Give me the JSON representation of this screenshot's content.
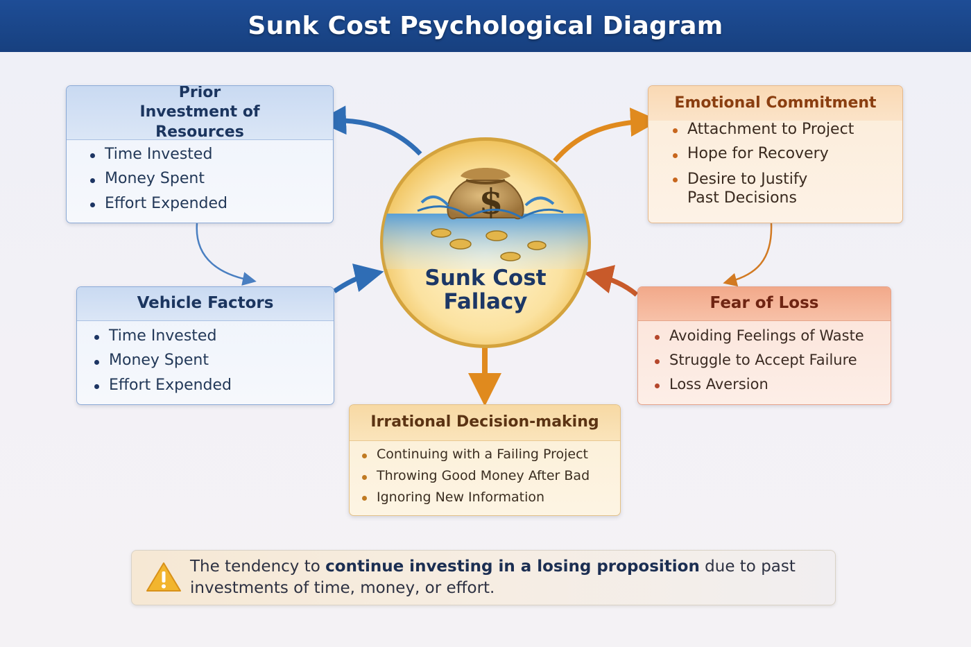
{
  "header": {
    "title": "Sunk Cost Psychological Diagram"
  },
  "center": {
    "line1": "Sunk Cost",
    "line2": "Fallacy"
  },
  "boxes": {
    "prior": {
      "title": "Prior Investment of Resources",
      "items": [
        "Time Invested",
        "Money Spent",
        "Effort Expended"
      ]
    },
    "vehicle": {
      "title": "Vehicle Factors",
      "items": [
        "Time Invested",
        "Money Spent",
        "Effort Expended"
      ]
    },
    "emotional": {
      "title": "Emotional Commitment",
      "items": [
        "Attachment to Project",
        "Hope for Recovery",
        "Desire to Justify Past Decisions"
      ]
    },
    "fear": {
      "title": "Fear of Loss",
      "items": [
        "Avoiding Feelings of Waste",
        "Struggle to Accept Failure",
        "Loss Aversion"
      ]
    },
    "irrational": {
      "title": "Irrational Decision-making",
      "items": [
        "Continuing with a Failing Project",
        "Throwing Good Money After Bad",
        "Ignoring New Information"
      ]
    }
  },
  "note": {
    "pre": "The tendency to ",
    "bold": "continue investing in a losing proposition",
    "post": " due to past investments of time, money, or effort."
  },
  "icons": {
    "center": "money-bag-sinking-icon",
    "note": "warning-triangle-icon"
  },
  "colors": {
    "header": "#1e4d96",
    "blue_arrow": "#2f6db5",
    "orange_arrow": "#e08a1e",
    "red_arrow": "#c85a2a"
  }
}
